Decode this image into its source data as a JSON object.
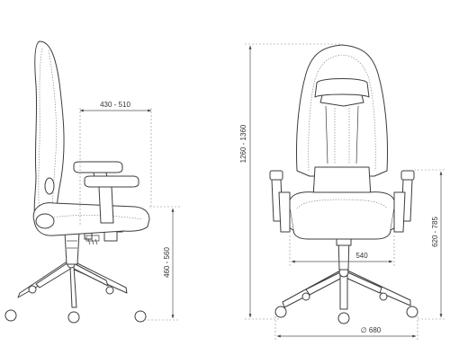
{
  "diagram": {
    "dimensions": {
      "seat_depth": "430 - 510",
      "seat_height": "460 - 560",
      "total_height": "1260 - 1360",
      "armrest_height": "620 - 785",
      "seat_width": "540",
      "base_diameter": "∅ 680"
    },
    "colors": {
      "outline": "#3c3c3c",
      "stitching": "#7a7a7a",
      "dimension_line": "#555555",
      "text": "#333333",
      "background": "#ffffff"
    }
  }
}
